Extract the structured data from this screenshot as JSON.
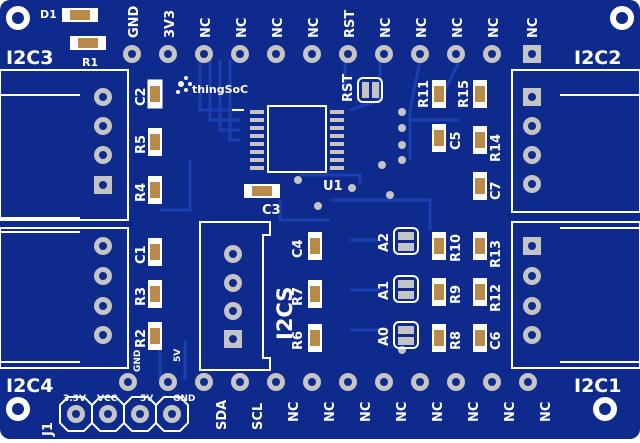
{
  "board": {
    "colors": {
      "pcb": "#0d2a8c",
      "pcb_edge": "#1a3aa6",
      "silk": "#ffffff",
      "copper": "#b98a4a",
      "pad": "#c4c4c4",
      "trace": "#1c3fb0"
    },
    "connector_labels": {
      "i2c3": "I2C3",
      "i2c2": "I2C2",
      "i2c4": "I2C4",
      "i2c1": "I2C1",
      "i2cs": "I2CS",
      "j1": "J1"
    },
    "logo_text": "thingSoC",
    "top_header": [
      "GND",
      "3V3",
      "NC",
      "NC",
      "NC",
      "NC",
      "RST",
      "NC",
      "NC",
      "NC",
      "NC",
      "NC"
    ],
    "bottom_header": [
      "SDA",
      "SCL",
      "NC",
      "NC",
      "NC",
      "NC",
      "NC",
      "NC",
      "NC",
      "NC"
    ],
    "power_header": [
      "3.3V",
      "VCC",
      "5V",
      "GND"
    ],
    "left_pins": [
      "GND",
      "5V"
    ],
    "components": {
      "c1": "C1",
      "c2": "C2",
      "c3": "C3",
      "c4": "C4",
      "c5": "C5",
      "c6": "C6",
      "c7": "C7",
      "r1": "R1",
      "r2": "R2",
      "r3": "R3",
      "r4": "R4",
      "r5": "R5",
      "r6": "R6",
      "r7": "R7",
      "r8": "R8",
      "r9": "R9",
      "r10": "R10",
      "r11": "R11",
      "r12": "R12",
      "r13": "R13",
      "r14": "R14",
      "r15": "R15",
      "d1": "D1",
      "u1": "U1",
      "rst_jumper": "RST",
      "a0": "A0",
      "a1": "A1",
      "a2": "A2"
    }
  }
}
